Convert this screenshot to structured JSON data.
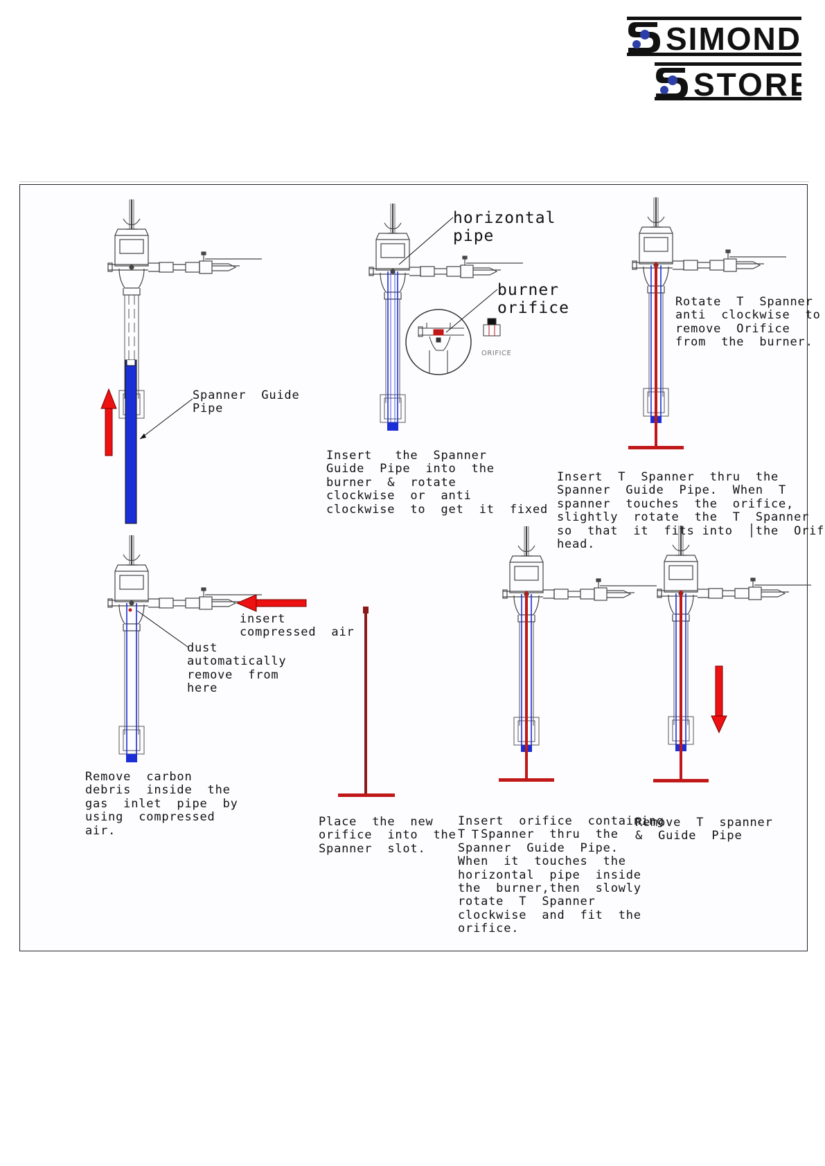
{
  "logo": {
    "line1": "SIMOND",
    "line2": "STORE"
  },
  "labels": {
    "horizontal_pipe": "horizontal\npipe",
    "burner_orifice": "burner\norifice",
    "orifice_small": "ORIFICE",
    "spanner_guide_pipe": "Spanner  Guide\nPipe",
    "insert_air": "insert\ncompressed  air",
    "dust": "dust\nautomatically\nremove  from\nhere"
  },
  "captions": {
    "step2": "Insert   the  Spanner\nGuide  Pipe  into  the\nburner  &  rotate\nclockwise  or  anti\nclockwise  to  get  it  fixed",
    "step3": "Rotate  T  Spanner\nanti  clockwise  to\nremove  Orifice\nfrom  the  burner.",
    "step4": "Insert  T  Spanner  thru  the\nSpanner  Guide  Pipe.  When  T\nspanner  touches  the  orifice,\nslightly  rotate  the  T  Spanner\nso  that  it  fits into  │the  Orifice\nhead.",
    "step5": "Remove  carbon\ndebris  inside  the\ngas  inlet  pipe  by\nusing  compressed\nair.",
    "step6": "Place  the  new\norifice  into  the  T\nSpanner  slot.",
    "step7": "Insert  orifice  containing\nT  Spanner  thru  the\nSpanner  Guide  Pipe.\nWhen  it  touches  the\nhorizontal  pipe  inside\nthe  burner,then  slowly\nrotate  T  Spanner\nclockwise  and  fit  the\norifice.",
    "step8": "Remove  T  spanner\n&  Guide  Pipe"
  },
  "colors": {
    "guide_pipe": "#1a2fd6",
    "spanner": "#c01818",
    "arrow": "#ee1111",
    "drawing": "#333333"
  }
}
